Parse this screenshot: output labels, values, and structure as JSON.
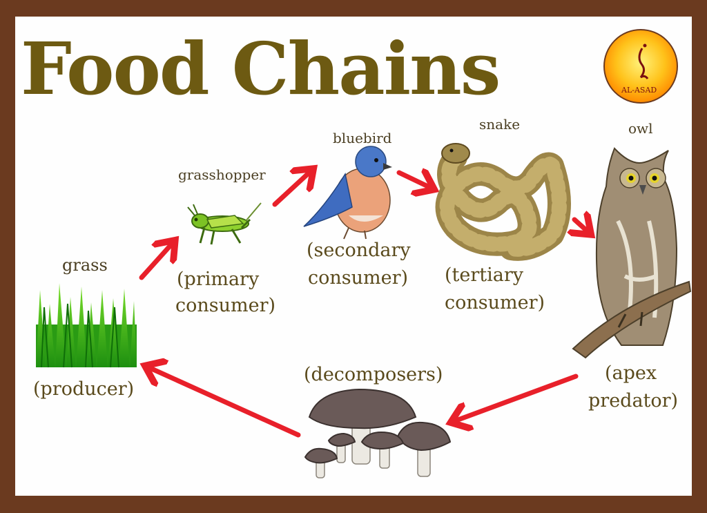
{
  "title": "Food Chains",
  "logo": {
    "text": "AL-ASAD"
  },
  "organisms": {
    "grass": {
      "name": "grass",
      "role": "(producer)"
    },
    "grasshopper": {
      "name": "grasshopper",
      "role_line1": "(primary",
      "role_line2": "consumer)"
    },
    "bluebird": {
      "name": "bluebird",
      "role_line1": "(secondary",
      "role_line2": "consumer)"
    },
    "snake": {
      "name": "snake",
      "role_line1": "(tertiary",
      "role_line2": "consumer)"
    },
    "owl": {
      "name": "owl",
      "role_line1": "(apex",
      "role_line2": "predator)"
    },
    "mushrooms": {
      "role": "(decomposers)"
    }
  },
  "colors": {
    "frame": "#6b3a1f",
    "title": "#6d5a12",
    "arrow": "#e8202a"
  }
}
